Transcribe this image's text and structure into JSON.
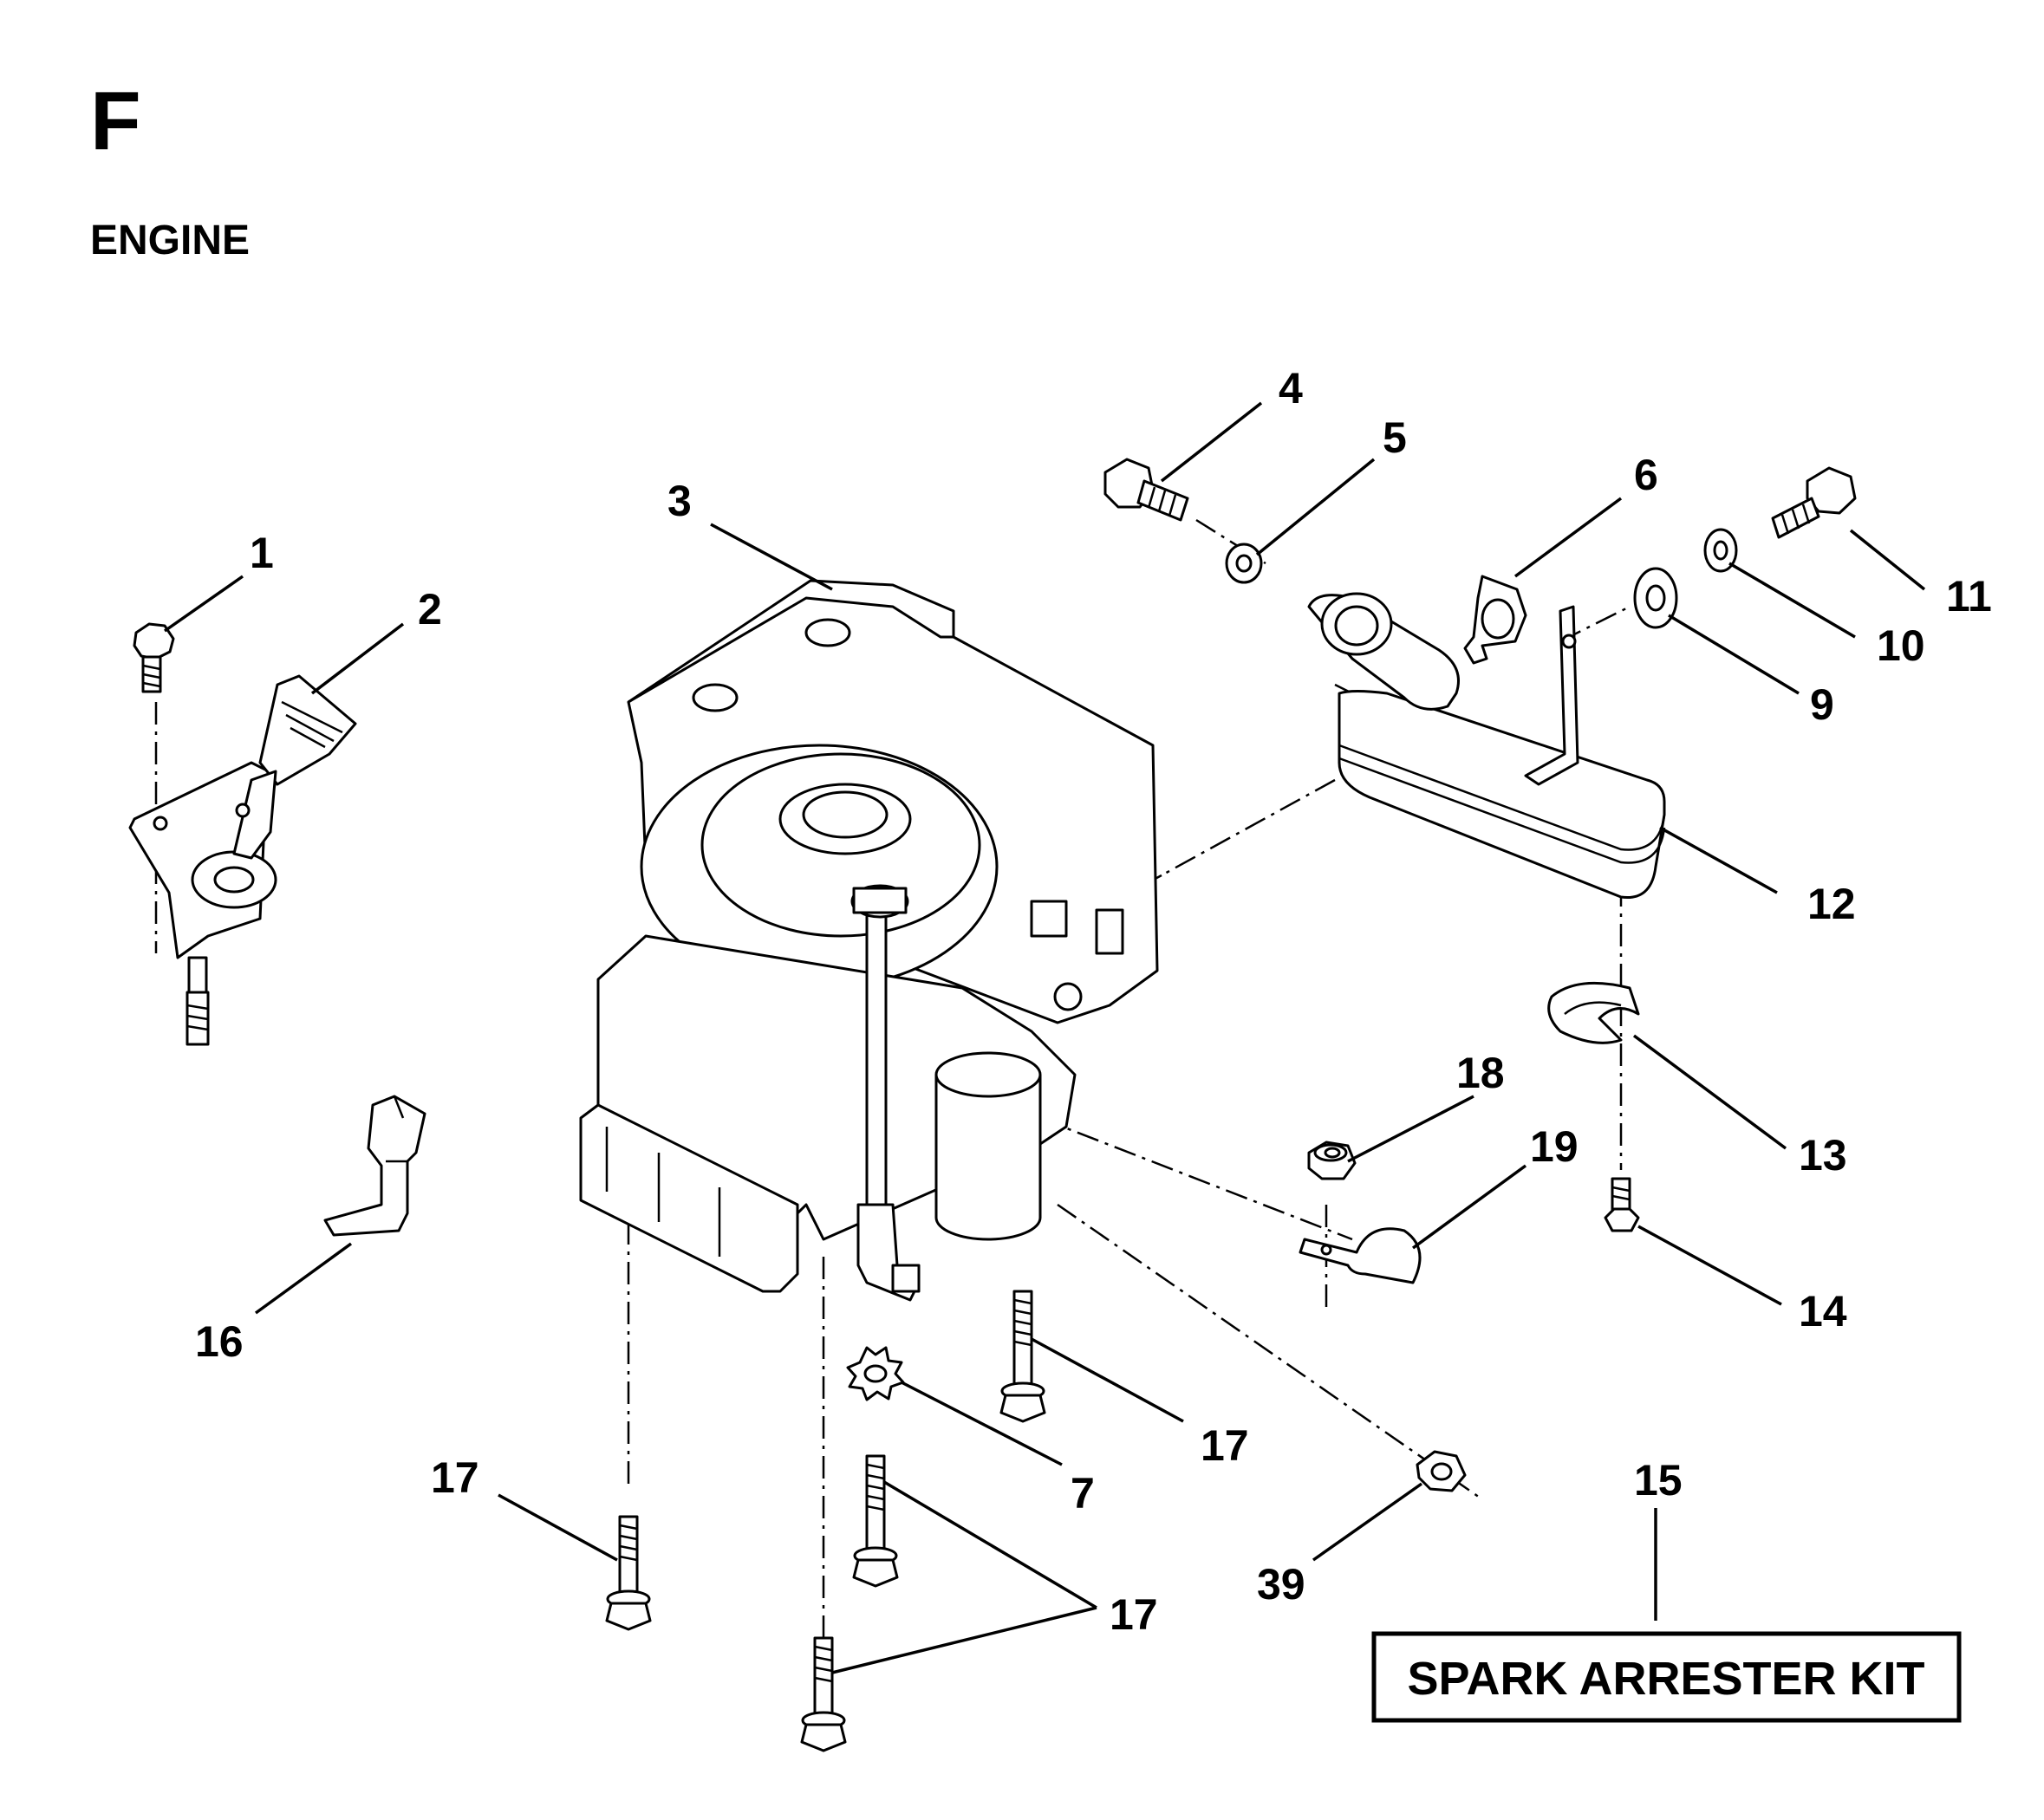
{
  "section": {
    "letter": "F",
    "title": "ENGINE"
  },
  "parts": [
    {
      "ref": "1"
    },
    {
      "ref": "2"
    },
    {
      "ref": "3"
    },
    {
      "ref": "4"
    },
    {
      "ref": "5"
    },
    {
      "ref": "6"
    },
    {
      "ref": "7"
    },
    {
      "ref": "9"
    },
    {
      "ref": "10"
    },
    {
      "ref": "11"
    },
    {
      "ref": "12"
    },
    {
      "ref": "13"
    },
    {
      "ref": "14"
    },
    {
      "ref": "15"
    },
    {
      "ref": "16"
    },
    {
      "ref": "17"
    },
    {
      "ref": "18"
    },
    {
      "ref": "19"
    },
    {
      "ref": "39"
    }
  ],
  "callouts": {
    "c1": "1",
    "c2": "2",
    "c3": "3",
    "c4": "4",
    "c5": "5",
    "c6": "6",
    "c7": "7",
    "c9": "9",
    "c10": "10",
    "c11": "11",
    "c12": "12",
    "c13": "13",
    "c14": "14",
    "c15": "15",
    "c16": "16",
    "c17a": "17",
    "c17b": "17",
    "c17c": "17",
    "c18": "18",
    "c19": "19",
    "c39": "39"
  },
  "kit_label": "SPARK ARRESTER KIT"
}
